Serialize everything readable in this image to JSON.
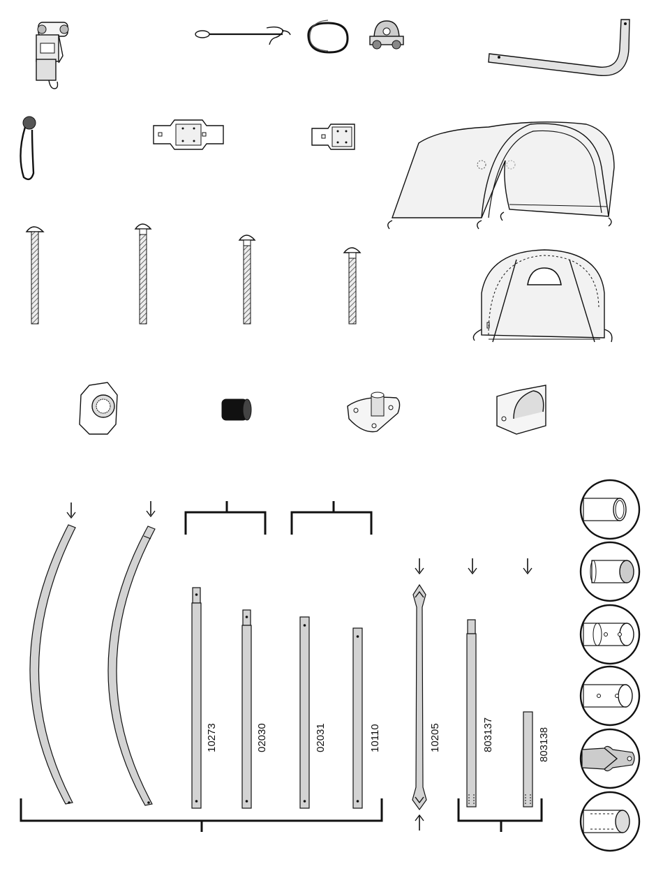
{
  "part_numbers": {
    "p10273": "10273",
    "p02030": "02030",
    "p02031": "02031",
    "p10110": "10110",
    "p10205": "10205",
    "p803137": "803137",
    "p803138": "803138"
  },
  "icons": [
    "ratchet-strap-icon",
    "ground-anchor-icon",
    "cable-coil-icon",
    "cable-clamp-icon",
    "corner-elbow-pipe-icon",
    "ball-bungee-icon",
    "cross-connector-plate-icon",
    "end-connector-plate-icon",
    "shelter-cover-icon",
    "end-panel-icon",
    "carriage-bolt-icon",
    "hex-nut-icon",
    "end-cap-icon",
    "base-plate-icon",
    "pipe-clip-icon",
    "curved-arch-pipe-icon",
    "straight-pipe-icon",
    "flattened-end-pipe-icon",
    "detail-circle-icon"
  ],
  "colors": {
    "line": "#111111",
    "pipe_fill": "#d3d3d3",
    "background": "#ffffff"
  }
}
